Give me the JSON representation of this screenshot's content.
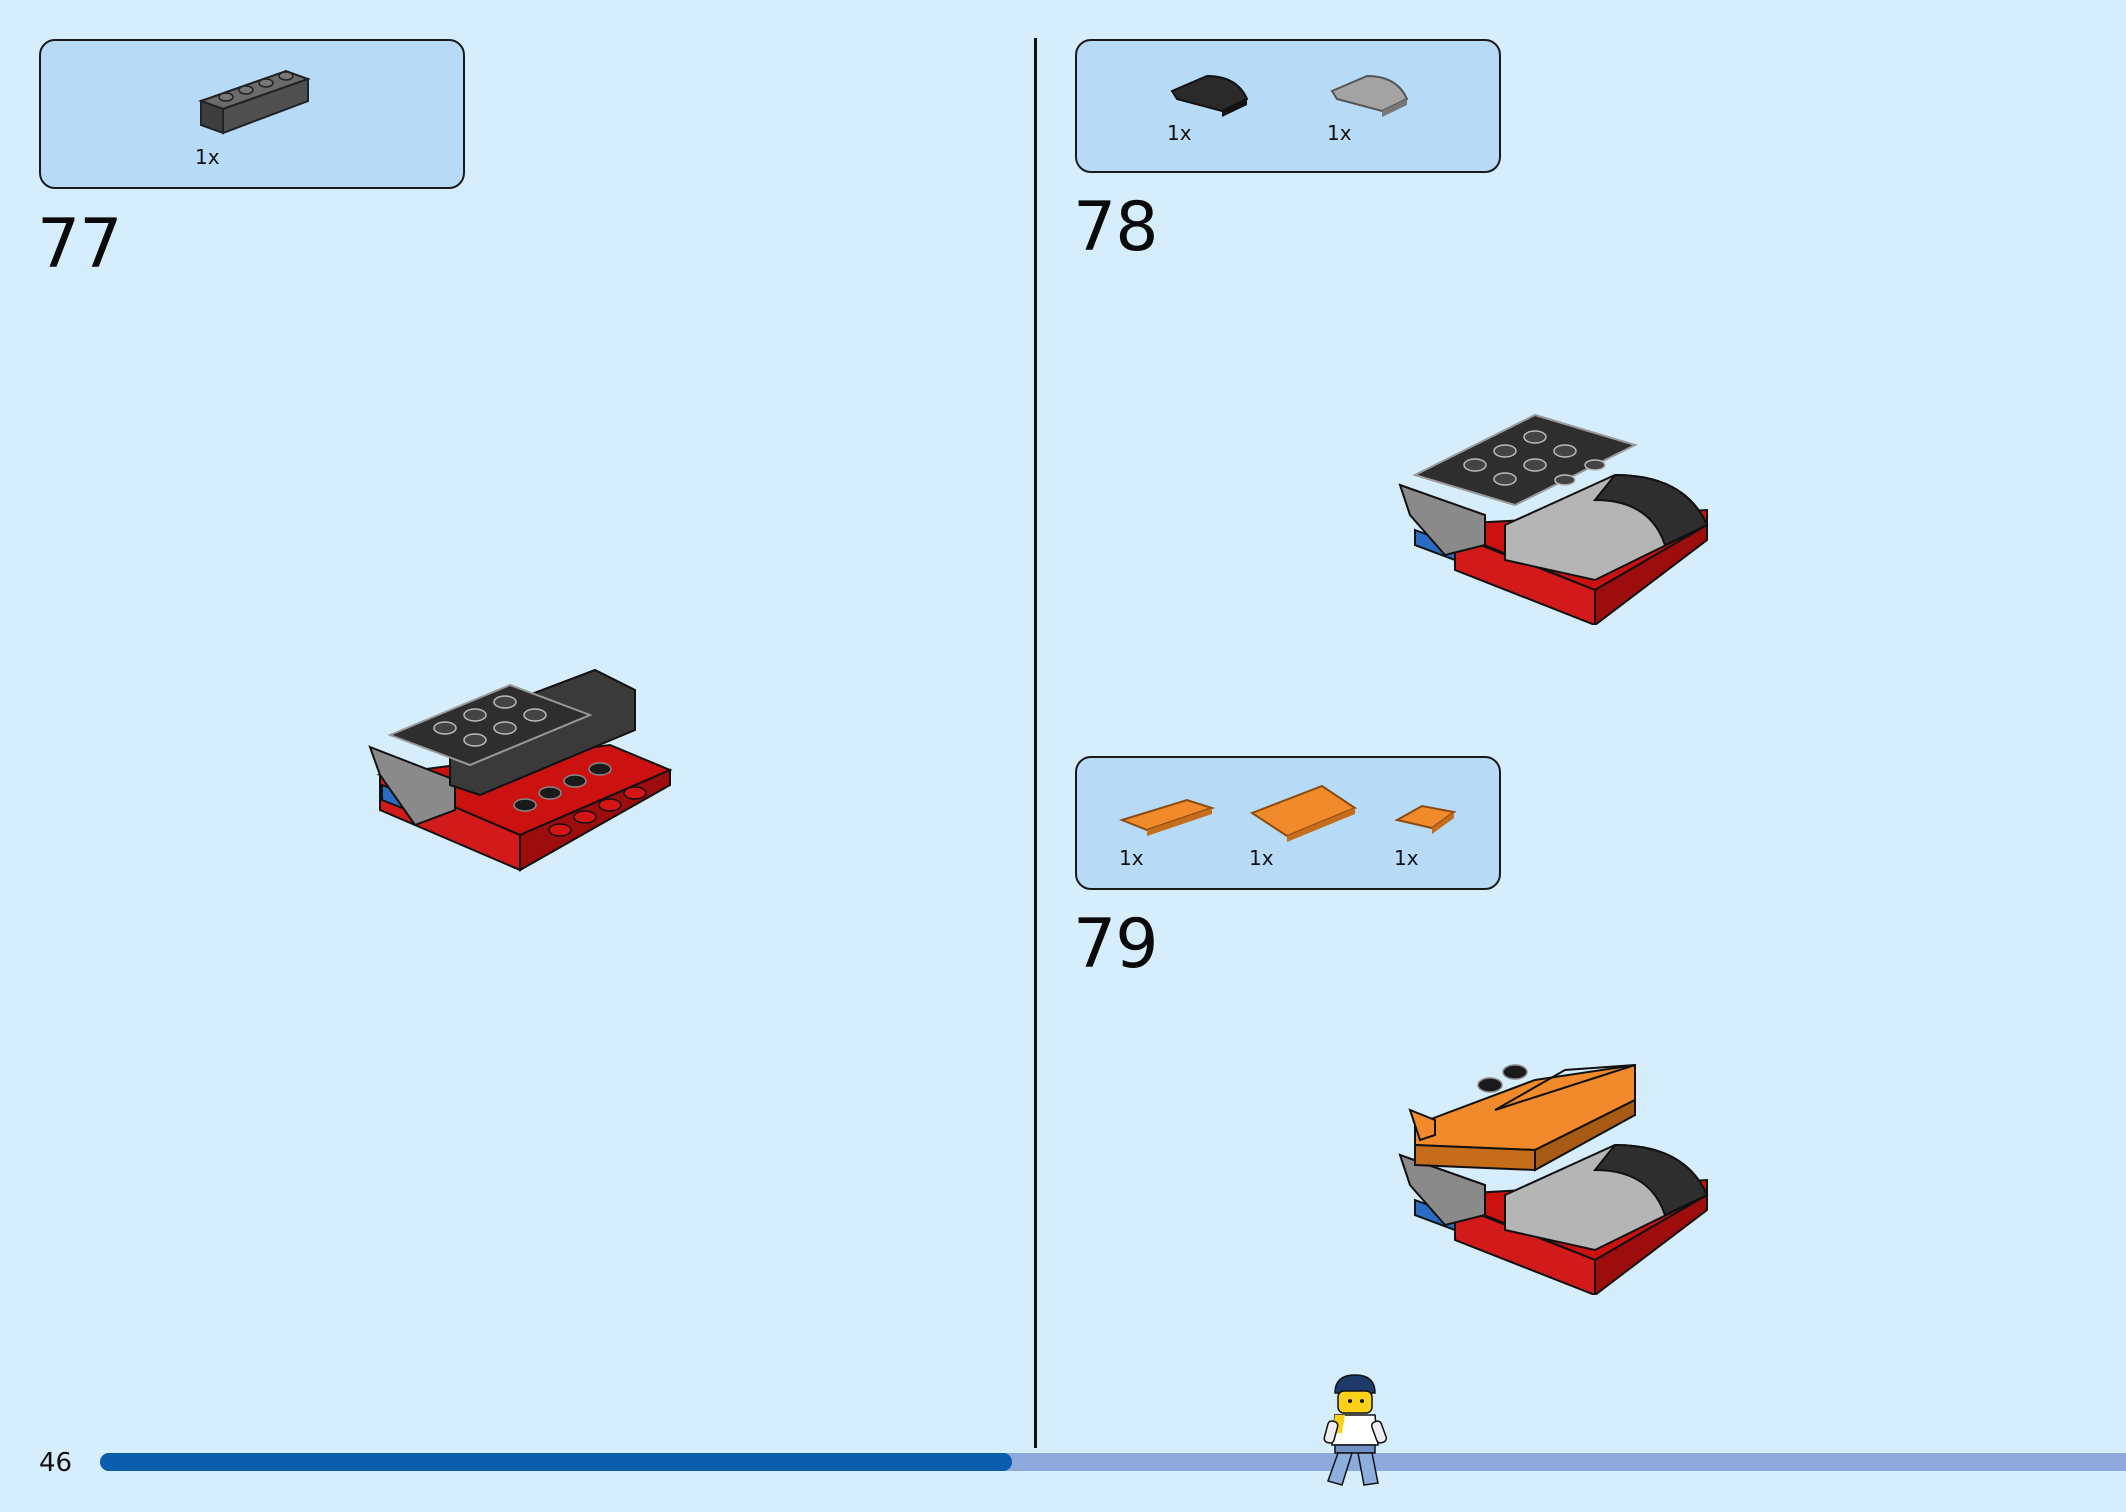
{
  "page_number": "46",
  "progress": {
    "fraction": 0.45
  },
  "steps": [
    {
      "number": "77",
      "parts": [
        {
          "name": "dark-gray-brick-1x4-with-groove",
          "qty": "1x"
        }
      ]
    },
    {
      "number": "78",
      "parts": [
        {
          "name": "black-curved-slope",
          "qty": "1x"
        },
        {
          "name": "gray-curved-slope",
          "qty": "1x"
        }
      ]
    },
    {
      "number": "79",
      "parts": [
        {
          "name": "orange-tile-small",
          "qty": "1x"
        },
        {
          "name": "orange-tile-large",
          "qty": "1x"
        },
        {
          "name": "orange-wedge-tile",
          "qty": "1x"
        }
      ]
    }
  ],
  "colors": {
    "background": "#d6edfb",
    "parts_box": "#b7dbf6",
    "progress_done": "#0a5cad",
    "progress_remaining": "#8ea9dc"
  }
}
